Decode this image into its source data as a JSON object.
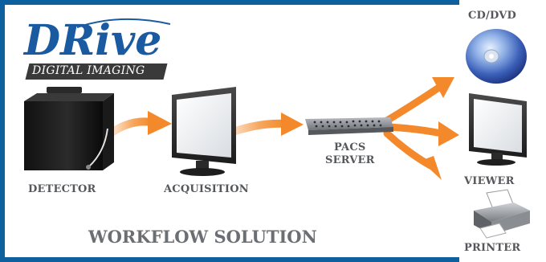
{
  "logo": {
    "main_text": "DRive",
    "sub_text": "DIGITAL IMAGING"
  },
  "labels": {
    "detector": "DETECTOR",
    "acquisition": "ACQUISITION",
    "pacs_server": "PACS",
    "pacs_server_line2": "SERVER",
    "cd_dvd": "CD/DVD",
    "viewer": "VIEWER",
    "printer": "PRINTER"
  },
  "title": "WORKFLOW SOLUTION",
  "colors": {
    "border": "#0d5f9e",
    "logo_blue": "#1a5aa0",
    "arrow_orange": "#f3892a",
    "label_gray": "#55575a"
  },
  "icons": [
    "detector-icon",
    "monitor-icon",
    "server-icon",
    "disc-icon",
    "printer-icon",
    "arrow-icon"
  ]
}
